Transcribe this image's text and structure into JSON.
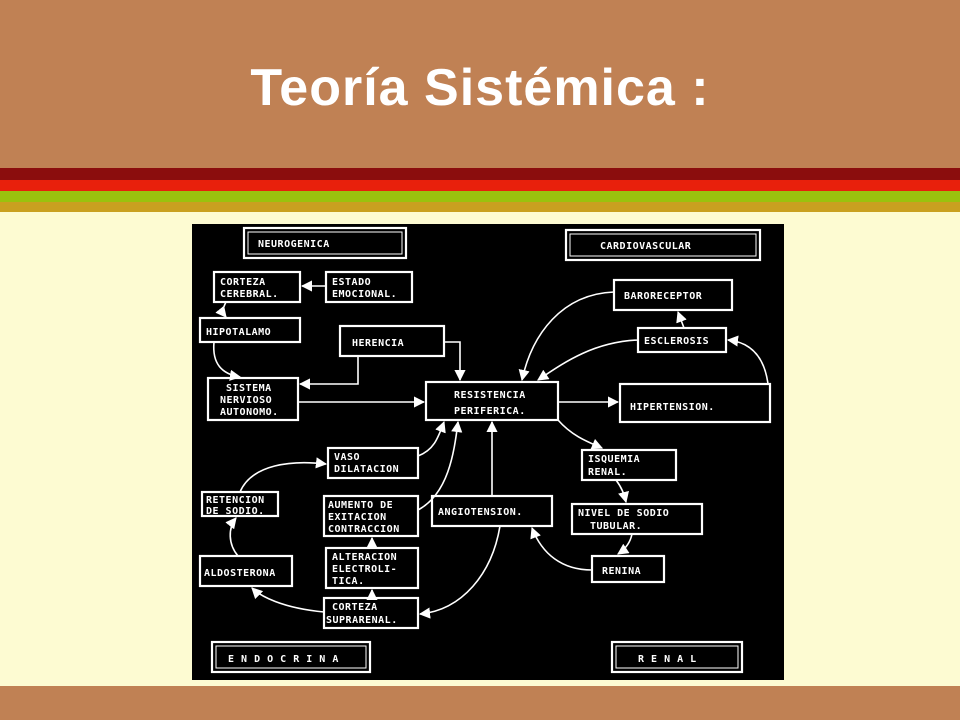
{
  "slide": {
    "title": "Teoría Sistémica :"
  },
  "colors": {
    "header": "#c08154",
    "background": "#fdfbd2",
    "stripes": [
      "#8b0d0d",
      "#e8200c",
      "#9ac20e",
      "#c9a020"
    ],
    "diagram_bg": "#000000",
    "diagram_fg": "#ffffff"
  },
  "diagram": {
    "sections": {
      "neurogenica": "NEUROGENICA",
      "cardiovascular": "CARDIOVASCULAR",
      "endocrina": "E N D O C R I N A",
      "renal": "R E N A L"
    },
    "nodes": {
      "corteza_cerebral": [
        "CORTEZA",
        "CEREBRAL."
      ],
      "estado_emocional": [
        "ESTADO",
        "EMOCIONAL."
      ],
      "hipotalamo": [
        "HIPOTALAMO"
      ],
      "herencia": [
        "HERENCIA"
      ],
      "sistema_nervioso": [
        "SISTEMA",
        "NERVIOSO",
        "AUTONOMO."
      ],
      "resistencia_periferica": [
        "RESISTENCIA",
        "PERIFERICA."
      ],
      "baroreceptor": [
        "BARORECEPTOR"
      ],
      "esclerosis": [
        "ESCLEROSIS"
      ],
      "hipertension": [
        "HIPERTENSION."
      ],
      "vaso_dilatacion": [
        "VASO",
        "DILATACION"
      ],
      "isquemia_renal": [
        "ISQUEMIA",
        "RENAL."
      ],
      "retencion_sodio": [
        "RETENCION",
        "DE SODIO."
      ],
      "aumento_excitacion": [
        "AUMENTO DE",
        "EXITACION",
        "CONTRACCION"
      ],
      "angiotension": [
        "ANGIOTENSION."
      ],
      "nivel_sodio": [
        "NIVEL DE SODIO",
        "TUBULAR."
      ],
      "alteracion_electrolitica": [
        "ALTERACION",
        "ELECTROLI-",
        "TICA."
      ],
      "aldosterona": [
        "ALDOSTERONA"
      ],
      "renina": [
        "RENINA"
      ],
      "corteza_suprarenal": [
        "CORTEZA",
        "SUPRARENAL."
      ]
    }
  }
}
